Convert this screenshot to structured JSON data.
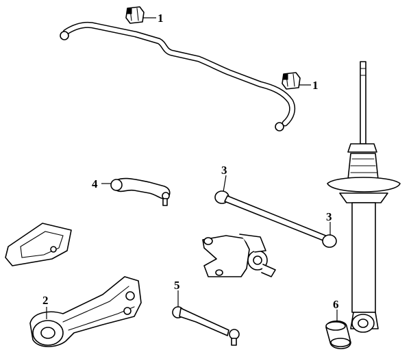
{
  "callouts": {
    "c1a": "1",
    "c1b": "1",
    "c2": "2",
    "c3a": "3",
    "c3b": "3",
    "c4": "4",
    "c5": "5",
    "c6": "6"
  },
  "colors": {
    "line": "#000000",
    "background": "#ffffff"
  }
}
